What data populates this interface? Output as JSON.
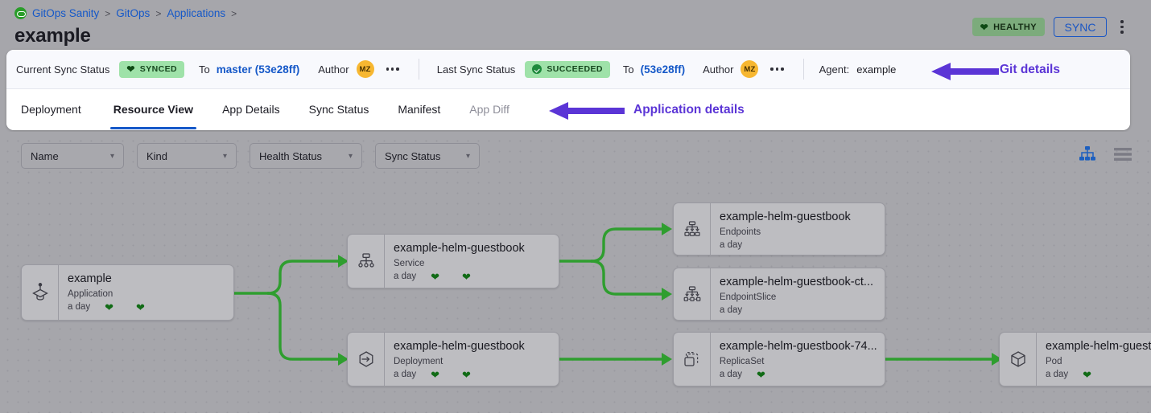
{
  "breadcrumb": {
    "logo_icon": "gitops-logo-icon",
    "items": [
      "GitOps Sanity",
      "GitOps",
      "Applications"
    ],
    "separator": ">"
  },
  "header": {
    "title": "example",
    "health_badge": {
      "label": "HEALTHY",
      "icon": "heart-icon",
      "bg": "#7cab7c"
    },
    "sync_button": {
      "label": "SYNC",
      "color": "#1a56c4"
    },
    "kebab_icon": "vertical-dots-icon"
  },
  "status_bar": {
    "current_sync_label": "Current Sync Status",
    "current_sync_pill": "SYNCED",
    "current_to_label": "To",
    "current_revision": "master (53e28ff)",
    "current_author_label": "Author",
    "current_author_initials": "MZ",
    "last_sync_label": "Last Sync Status",
    "last_sync_pill": "SUCCEEDED",
    "last_to_label": "To",
    "last_revision": "(53e28ff)",
    "last_author_label": "Author",
    "last_author_initials": "MZ",
    "agent_label": "Agent:",
    "agent_value": "example",
    "more_icon": "horizontal-dots-icon"
  },
  "tabs": [
    {
      "label": "Deployment",
      "active": false,
      "dim": false
    },
    {
      "label": "Resource View",
      "active": true,
      "dim": false
    },
    {
      "label": "App Details",
      "active": false,
      "dim": false
    },
    {
      "label": "Sync Status",
      "active": false,
      "dim": false
    },
    {
      "label": "Manifest",
      "active": false,
      "dim": false
    },
    {
      "label": "App Diff",
      "active": false,
      "dim": true
    }
  ],
  "annotations": [
    {
      "text": "Git details",
      "color": "#5b35d6",
      "arrow_icon": "left-arrow-annotation"
    },
    {
      "text": "Application details",
      "color": "#5b35d6",
      "arrow_icon": "left-arrow-annotation"
    }
  ],
  "filters": [
    {
      "label": "Name",
      "icon": "chevron-down-icon"
    },
    {
      "label": "Kind",
      "icon": "chevron-down-icon"
    },
    {
      "label": "Health Status",
      "icon": "chevron-down-icon"
    },
    {
      "label": "Sync Status",
      "icon": "chevron-down-icon"
    }
  ],
  "view_toggles": [
    {
      "icon": "tree-view-icon",
      "active": true,
      "color": "#1d5fbf"
    },
    {
      "icon": "list-view-icon",
      "active": false,
      "color": "#7b7b85"
    }
  ],
  "graph": {
    "edge_color": "#2f9e2f",
    "nodes": [
      {
        "id": "app",
        "name": "example",
        "kind": "Application",
        "age": "a day",
        "hearts": 2,
        "icon": "application-icon"
      },
      {
        "id": "service",
        "name": "example-helm-guestbook",
        "kind": "Service",
        "age": "a day",
        "hearts": 2,
        "icon": "service-icon"
      },
      {
        "id": "deployment",
        "name": "example-helm-guestbook",
        "kind": "Deployment",
        "age": "a day",
        "hearts": 2,
        "icon": "deployment-icon"
      },
      {
        "id": "endpoints",
        "name": "example-helm-guestbook",
        "kind": "Endpoints",
        "age": "a day",
        "hearts": 0,
        "icon": "endpoints-icon"
      },
      {
        "id": "endpointslice",
        "name": "example-helm-guestbook-ct...",
        "kind": "EndpointSlice",
        "age": "a day",
        "hearts": 0,
        "icon": "endpointslice-icon"
      },
      {
        "id": "replicaset",
        "name": "example-helm-guestbook-74...",
        "kind": "ReplicaSet",
        "age": "a day",
        "hearts": 1,
        "icon": "replicaset-icon"
      },
      {
        "id": "pod",
        "name": "example-helm-guest",
        "kind": "Pod",
        "age": "a day",
        "hearts": 1,
        "icon": "pod-icon"
      }
    ]
  }
}
